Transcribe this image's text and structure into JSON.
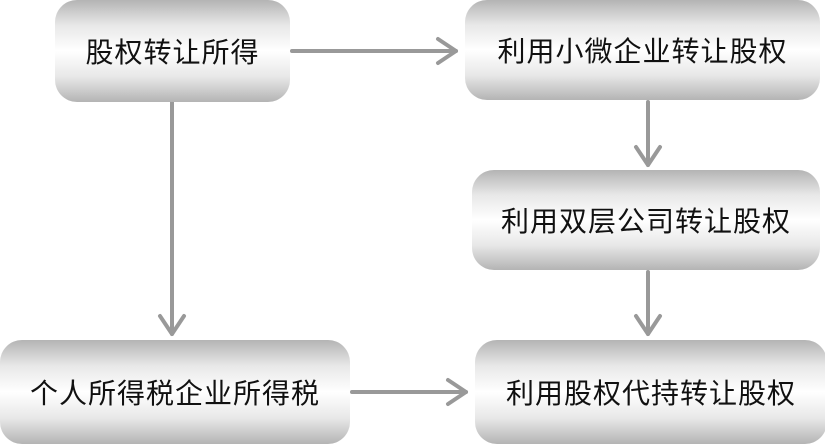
{
  "nodes": {
    "income": "股权转让所得",
    "small_micro": "利用小微企业转让股权",
    "double_layer": "利用双层公司转让股权",
    "taxes": "个人所得税企业所得税",
    "nominee": "利用股权代持转让股权"
  },
  "colors": {
    "arrow": "#999999"
  }
}
